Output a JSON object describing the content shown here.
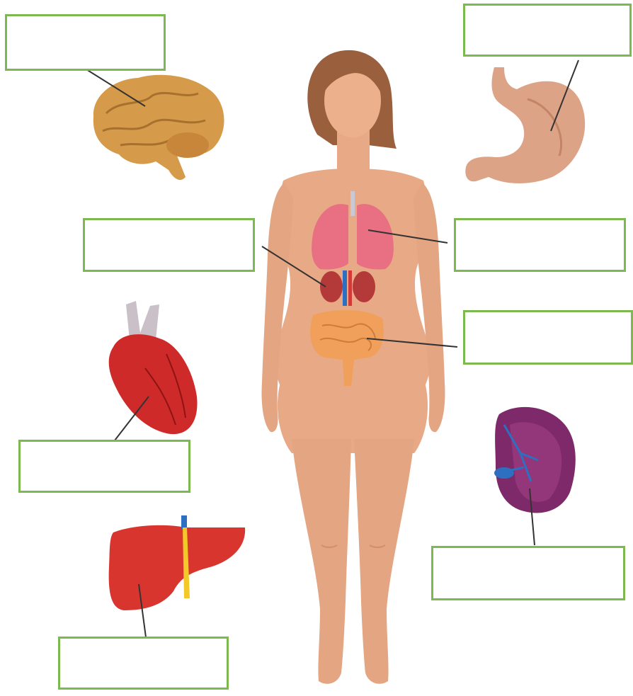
{
  "figure": {
    "organs": [
      {
        "name": "brain-illustration",
        "label": ""
      },
      {
        "name": "stomach-illustration",
        "label": ""
      },
      {
        "name": "lungs-leader",
        "label": ""
      },
      {
        "name": "kidneys-leader",
        "label": ""
      },
      {
        "name": "intestines-leader",
        "label": ""
      },
      {
        "name": "heart-illustration",
        "label": ""
      },
      {
        "name": "spleen-illustration",
        "label": ""
      },
      {
        "name": "liver-illustration",
        "label": ""
      }
    ]
  },
  "colors": {
    "box_border": "#7cba4f",
    "skin": "#e8a986",
    "hair": "#9a5f3d",
    "brain": "#d59a4a",
    "stomach": "#dca386",
    "lungs": "#e96f82",
    "kidneys": "#b43a3a",
    "intestines": "#f0a05a",
    "heart": "#cf2a2a",
    "spleen": "#7e2a6a",
    "liver": "#d8352e",
    "gallbladder": "#f3c92a",
    "vessel_blue": "#2d6fc0"
  }
}
